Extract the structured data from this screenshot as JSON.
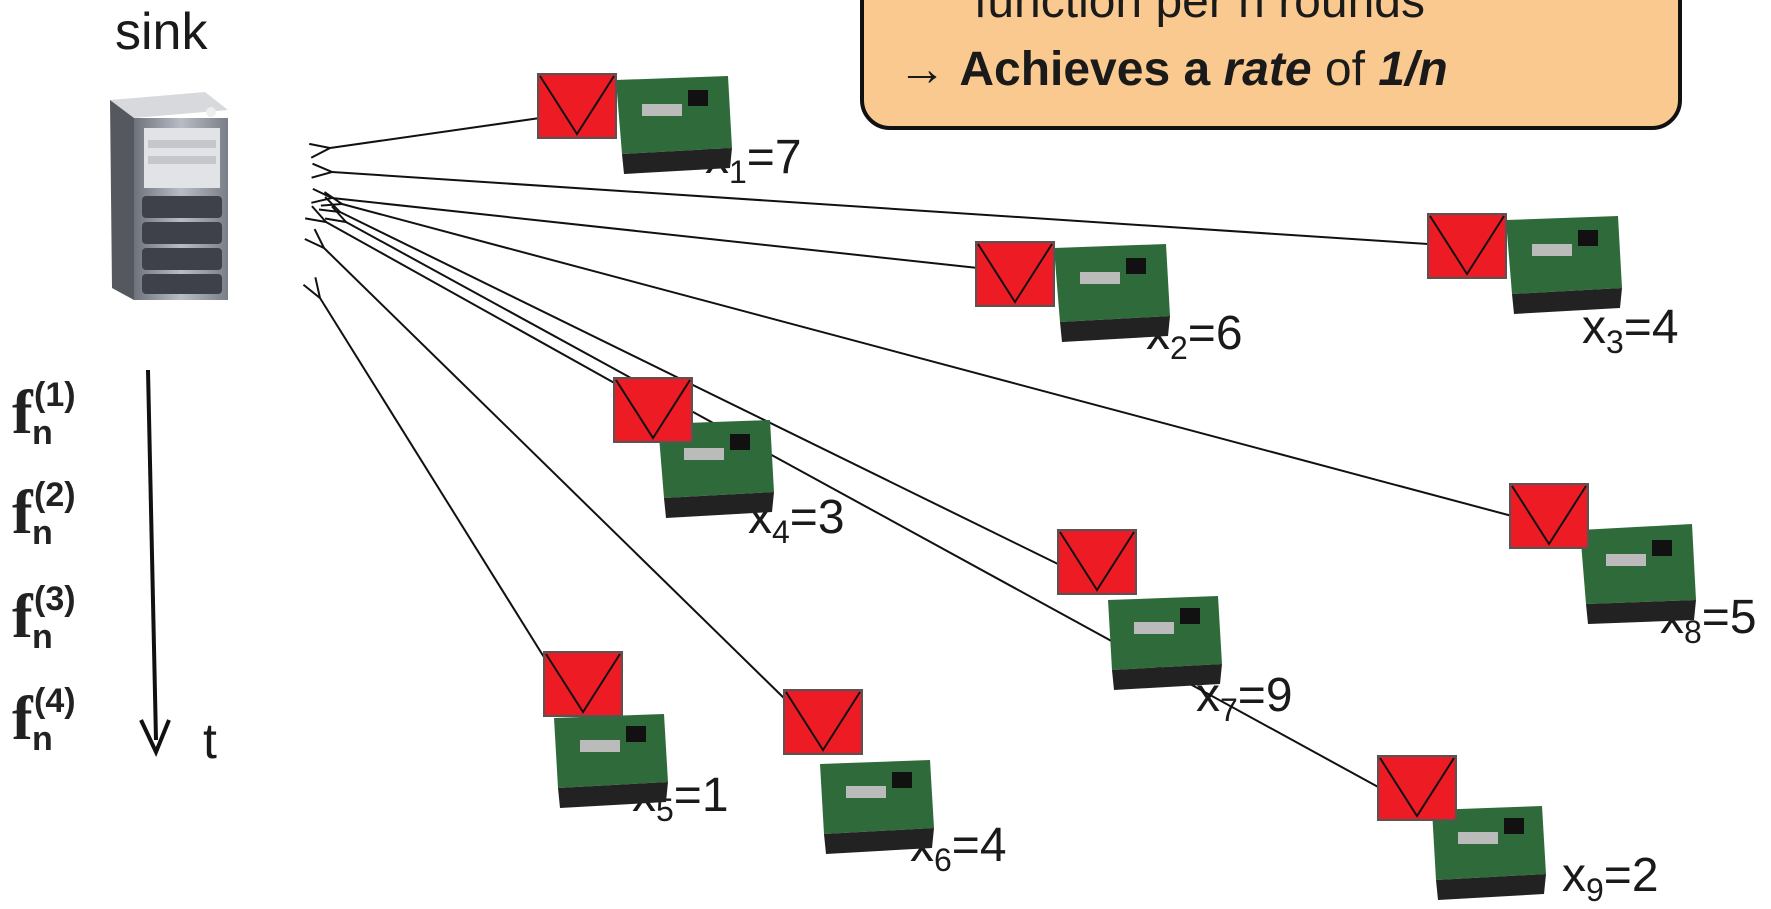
{
  "sink": {
    "label": "sink"
  },
  "info_box": {
    "line1": "function per n rounds",
    "arrow": "→",
    "bold_prefix": "Achieves a ",
    "italic_word": "rate",
    "mid_text": " of ",
    "italic_value": "1/n"
  },
  "timeline": {
    "time_label": "t",
    "functions": [
      {
        "base": "f",
        "sub": "n",
        "sup": "(1)"
      },
      {
        "base": "f",
        "sub": "n",
        "sup": "(2)"
      },
      {
        "base": "f",
        "sub": "n",
        "sup": "(3)"
      },
      {
        "base": "f",
        "sub": "n",
        "sup": "(4)"
      }
    ]
  },
  "nodes": [
    {
      "var": "x",
      "index": "1",
      "value": "7"
    },
    {
      "var": "x",
      "index": "2",
      "value": "6"
    },
    {
      "var": "x",
      "index": "3",
      "value": "4"
    },
    {
      "var": "x",
      "index": "4",
      "value": "3"
    },
    {
      "var": "x",
      "index": "5",
      "value": "1"
    },
    {
      "var": "x",
      "index": "6",
      "value": "4"
    },
    {
      "var": "x",
      "index": "7",
      "value": "9"
    },
    {
      "var": "x",
      "index": "8",
      "value": "5"
    },
    {
      "var": "x",
      "index": "9",
      "value": "2"
    }
  ],
  "colors": {
    "envelope": "#ed1c24",
    "box_fill": "#fac98f",
    "board": "#2f6b3a",
    "server_body": "#9a9ea6"
  }
}
